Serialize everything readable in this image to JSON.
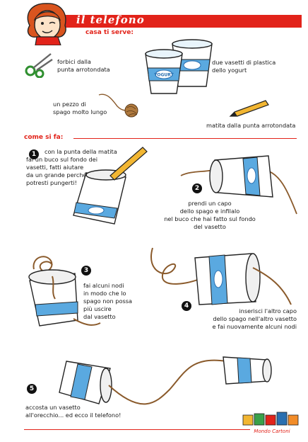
{
  "header": {
    "title": "il telefono",
    "accent_color": "#e2231a"
  },
  "materials": {
    "heading": "casa ti serve:",
    "scissors": "forbici dalla\npunta arrotondata",
    "cups": "due vasetti di plastica\ndello yogurt",
    "string": "un pezzo di\nspago molto lungo",
    "pencil": "matita dalla punta arrotondata"
  },
  "cup_label": "YOGURT",
  "steps": {
    "heading": "come si fa:",
    "items": [
      {
        "number": "1",
        "text": "con la punta della matita\nfai un buco sul fondo dei\nvasetti, fatti aiutare\nda un grande perché\npotresti pungerti!"
      },
      {
        "number": "2",
        "text": "prendi un capo\ndello spago e infilalo\nnel buco che hai fatto sul fondo\ndel vasetto"
      },
      {
        "number": "3",
        "text": "fai alcuni nodi\nin modo che lo\nspago non possa\npiù uscire\ndal vasetto"
      },
      {
        "number": "4",
        "text": "inserisci l'altro capo\ndello spago nell'altro vasetto\ne fai nuovamente alcuni nodi"
      },
      {
        "number": "5",
        "text": "accosta un vasetto\nall'orecchio... ed ecco il telefono!"
      }
    ]
  },
  "logo": {
    "text": "Mondo Cartoni"
  }
}
